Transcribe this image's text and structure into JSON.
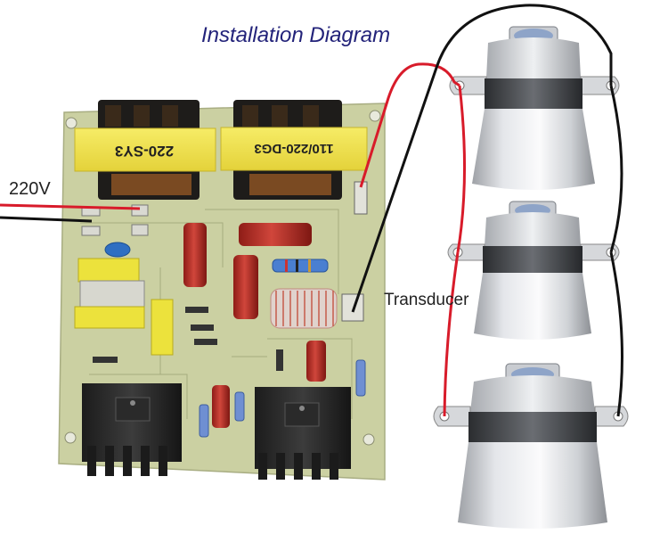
{
  "diagram": {
    "title": "Installation Diagram",
    "power_label": "220V",
    "transducer_label": "Transducer",
    "transformer_left_label": "220-SY3",
    "transformer_right_label": "110/220-DG3",
    "transducer_count": 3,
    "wire_colors": {
      "positive": "#d81b2a",
      "negative": "#111111"
    },
    "board_color": "#cfd4a6"
  }
}
